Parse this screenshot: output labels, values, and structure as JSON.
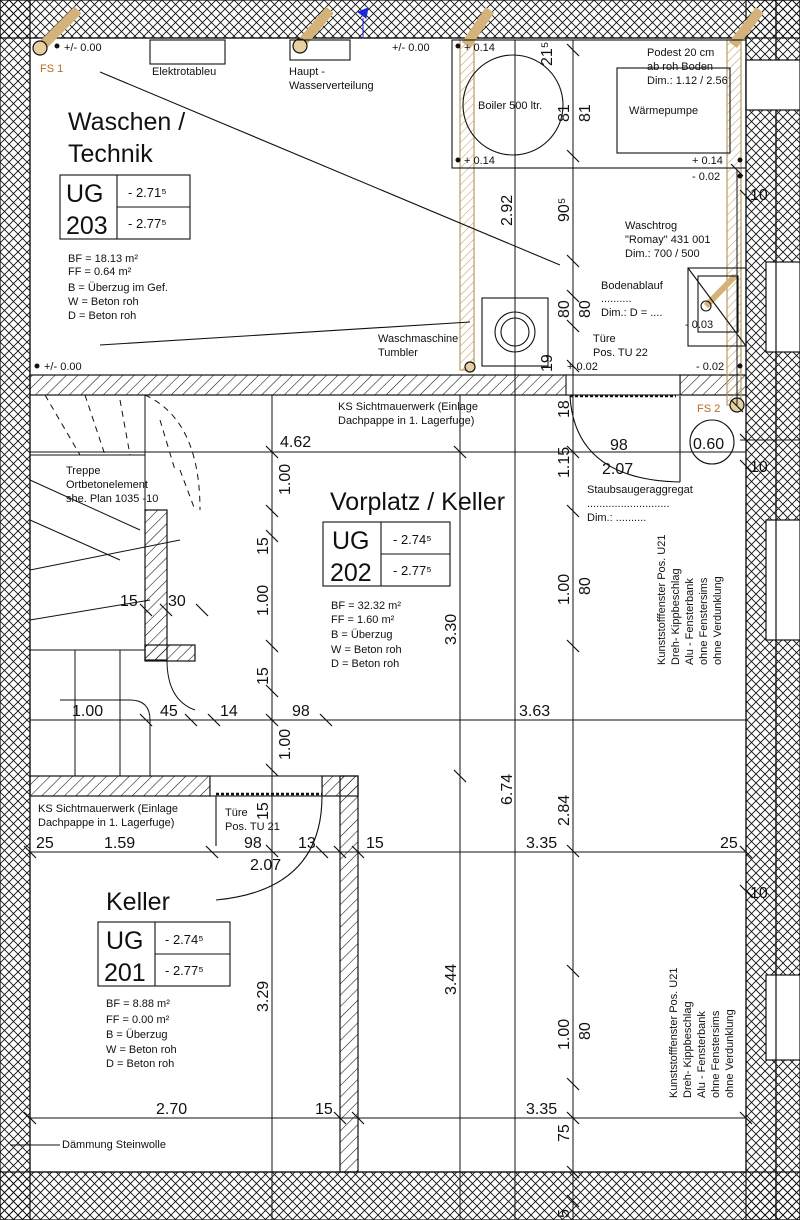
{
  "rooms": {
    "waschen": {
      "title_1": "Waschen /",
      "title_2": "Technik",
      "code_prefix": "UG",
      "code_number": "203",
      "level_1": "- 2.71⁵",
      "level_2": "- 2.77⁵",
      "bf": "BF = 18.13 m²",
      "ff": "FF =   0.64 m²",
      "b": "B = Überzug im Gef.",
      "w": "W = Beton roh",
      "d": "D = Beton roh"
    },
    "vorplatz": {
      "title": "Vorplatz / Keller",
      "code_prefix": "UG",
      "code_number": "202",
      "level_1": "- 2.74⁵",
      "level_2": "- 2.77⁵",
      "bf": "BF = 32.32 m²",
      "ff": "FF =    1.60 m²",
      "b": "B = Überzug",
      "w": "W = Beton roh",
      "d": "D = Beton roh"
    },
    "keller": {
      "title": "Keller",
      "code_prefix": "UG",
      "code_number": "201",
      "level_1": "- 2.74⁵",
      "level_2": "- 2.77⁵",
      "bf": "BF = 8.88 m²",
      "ff": "FF = 0.00 m²",
      "b": "B = Überzug",
      "w": "W = Beton roh",
      "d": "D = Beton roh"
    }
  },
  "labels": {
    "fs1": "FS 1",
    "fs2": "FS 2",
    "level_zero": "+/- 0.00",
    "plus014": "+ 0.14",
    "minus002": "- 0.02",
    "minus003": "- 0.03",
    "plus002": "+ 0.02",
    "elektrotableau": "Elektrotableu",
    "wasser_1": "Haupt -",
    "wasser_2": "Wasserverteilung",
    "boiler": "Boiler 500 ltr.",
    "podest_1": "Podest 20 cm",
    "podest_2": "ab roh Boden",
    "podest_3": "Dim.: 1.12 / 2.56",
    "waermepumpe": "Wärmepumpe",
    "waschtrog_1": "Waschtrog",
    "waschtrog_2": "\"Romay\" 431 001",
    "waschtrog_3": "Dim.: 700 / 500",
    "bodenablauf_1": "Bodenablauf",
    "bodenablauf_2": "..........",
    "bodenablauf_3": "Dim.: D = ....",
    "waschmaschine_1": "Waschmaschine",
    "waschmaschine_2": "Tumbler",
    "tuere_1": "Türe",
    "tuere_2": "Pos. TU 22",
    "tuere_3": "Türe",
    "tuere_4": "Pos. TU 21",
    "ks_1": "KS Sichtmauerwerk (Einlage",
    "ks_2": "Dachpappe in 1. Lagerfuge)",
    "ks_3": "KS Sichtmauerwerk (Einlage",
    "ks_4": "Dachpappe in 1. Lagerfuge)",
    "treppe_1": "Treppe",
    "treppe_2": "Ortbetonelement",
    "treppe_3": "she. Plan 1035 -10",
    "staubsauger_1": "Staubsaugeraggregat",
    "staubsauger_2": "...........................",
    "staubsauger_3": "Dim.: ..........",
    "fenster_1": "Kunststofffenster Pos. U21",
    "fenster_2": "Dreh- Kippbeschlag",
    "fenster_3": "Alu - Fensterbank",
    "fenster_4": "ohne Fenstersims",
    "fenster_5": "ohne Verdunklung",
    "fenster_b_1": "Kunststofffenster Pos. U21",
    "fenster_b_2": "Dreh- Kippbeschlag",
    "fenster_b_3": "Alu - Fensterbank",
    "fenster_b_4": "ohne Fenstersims",
    "fenster_b_5": "ohne Verdunklung",
    "daemmung": "Dämmung Steinwolle",
    "circle_060": "0.60"
  },
  "dimensions": {
    "d_462": "4.62",
    "d_100a": "1.00",
    "d_15a": "15",
    "d_100b": "1.00",
    "d_15b": "15",
    "d_15c": "15",
    "d_30": "30",
    "d_100c": "1.00",
    "d_45": "45",
    "d_14": "14",
    "d_98a": "98",
    "d_363": "3.63",
    "d_100d": "1.00",
    "d_330": "3.30",
    "d_674": "6.74",
    "d_284": "2.84",
    "d_98b": "98",
    "d_207a": "2.07",
    "d_115": "1.15",
    "d_100e": "1.00",
    "d_80a": "80",
    "d_18": "18",
    "d_19": "19",
    "d_292": "2.92",
    "d_905": "90⁵",
    "d_81a": "81",
    "d_81b": "81",
    "d_21": "21⁵",
    "d_80b": "80",
    "d_80c": "80",
    "d_25a": "25",
    "d_159": "1.59",
    "d_98c": "98",
    "d_13": "13",
    "d_15d": "15",
    "d_335a": "3.35",
    "d_25b": "25",
    "d_207b": "2.07",
    "d_15e": "15",
    "d_10a": "10",
    "d_10b": "10",
    "d_10c": "10",
    "d_329": "3.29",
    "d_344": "3.44",
    "d_100f": "1.00",
    "d_80d": "80",
    "d_270": "2.70",
    "d_15f": "15",
    "d_335b": "3.35",
    "d_75": "75",
    "d_5": "5"
  },
  "colors": {
    "line": "#111111",
    "pipe": "#c9a76a",
    "accent_orange": "#b86a1f",
    "marker_blue": "#1a2bd6"
  }
}
